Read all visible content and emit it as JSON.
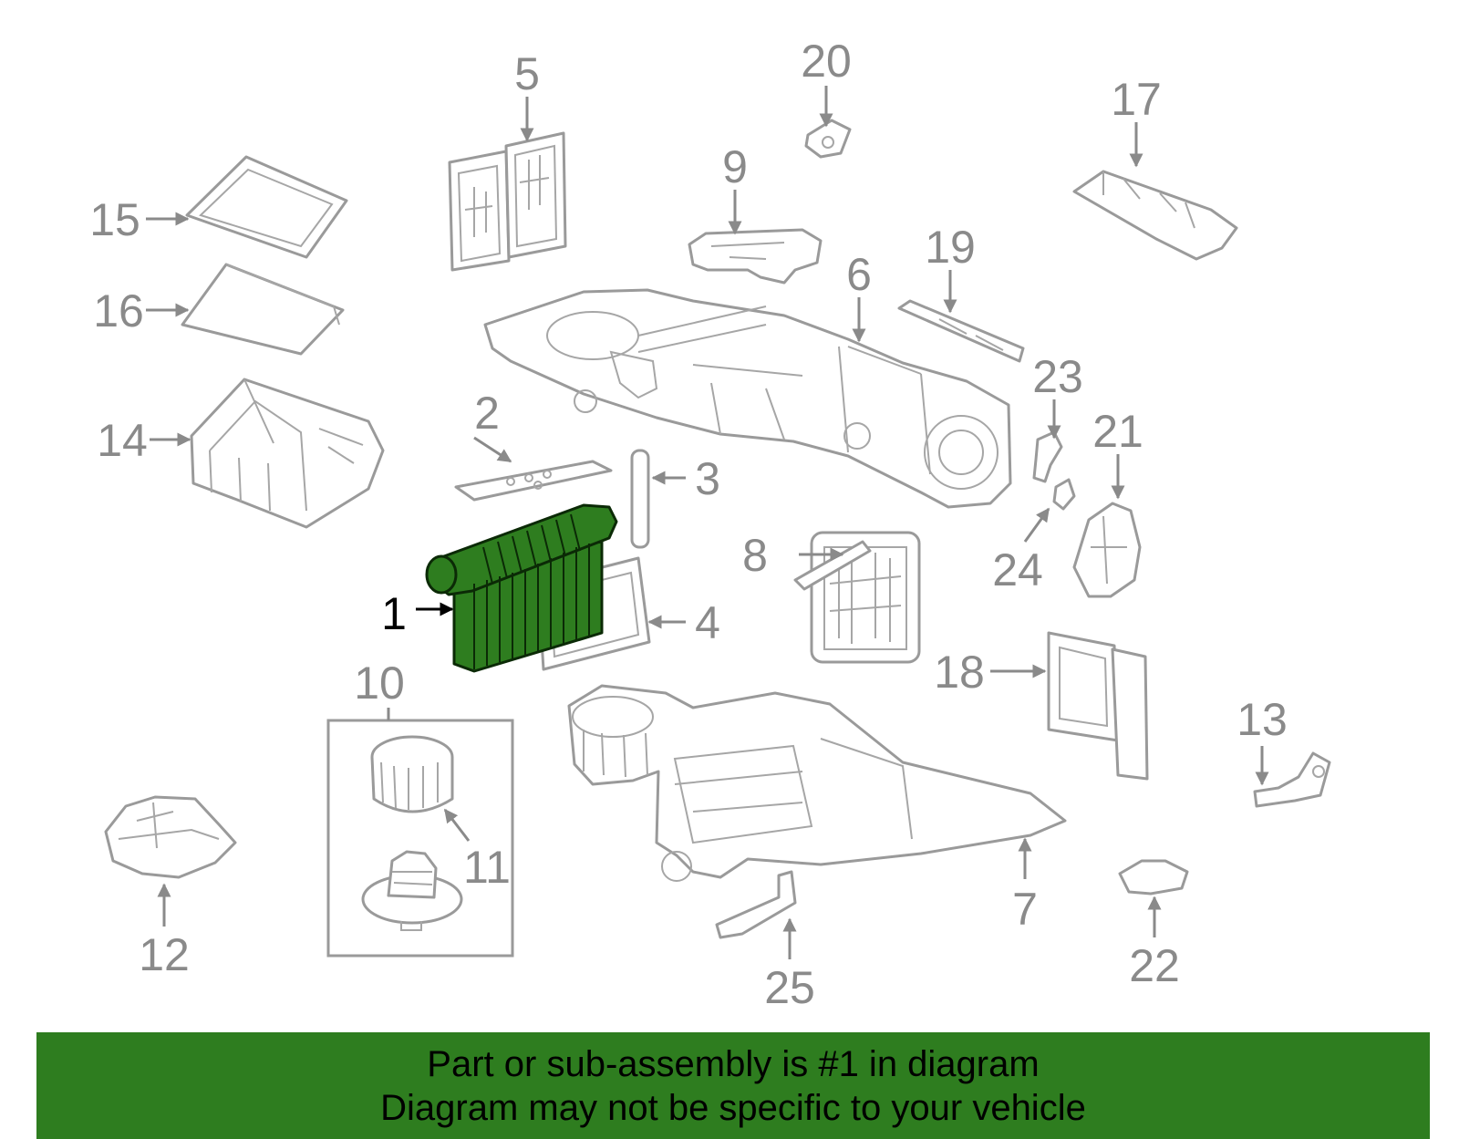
{
  "diagram": {
    "highlighted_part": "1",
    "highlight_color": "#2e7d1f",
    "part_color": "#9a9a9a",
    "callouts": [
      "1",
      "2",
      "3",
      "4",
      "5",
      "6",
      "7",
      "8",
      "9",
      "10",
      "11",
      "12",
      "13",
      "14",
      "15",
      "16",
      "17",
      "18",
      "19",
      "20",
      "21",
      "22",
      "23",
      "24",
      "25"
    ]
  },
  "banner": {
    "line1": "Part or sub-assembly is #1 in diagram",
    "line2": "Diagram may not be specific to your vehicle",
    "color": "#2e7d1f"
  }
}
